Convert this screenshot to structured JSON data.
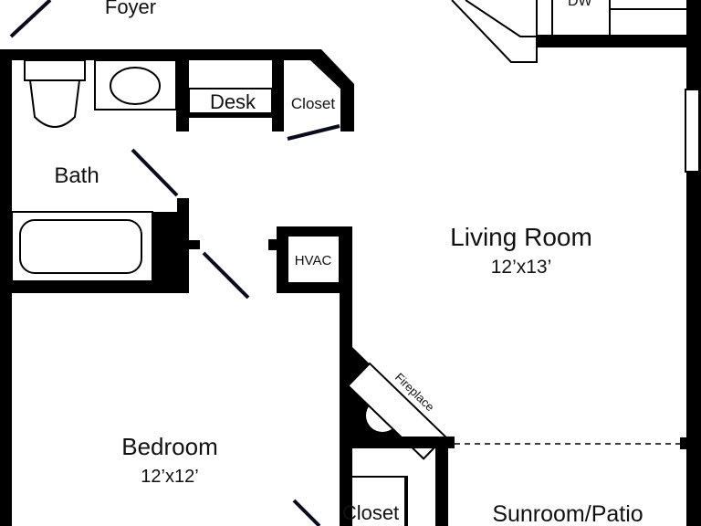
{
  "rooms": {
    "foyer": {
      "label": "Foyer"
    },
    "bath": {
      "label": "Bath"
    },
    "desk": {
      "label": "Desk"
    },
    "closet_top": {
      "label": "Closet"
    },
    "hvac": {
      "label": "HVAC"
    },
    "living_room": {
      "label": "Living Room",
      "dimensions": "12’x13’"
    },
    "fireplace": {
      "label": "Fireplace"
    },
    "bedroom": {
      "label": "Bedroom",
      "dimensions": "12’x12’"
    },
    "closet_bottom": {
      "label": "Closet"
    },
    "sunroom": {
      "label": "Sunroom/Patio"
    },
    "dishwasher": {
      "label": "DW"
    }
  },
  "colors": {
    "wall": "#000000",
    "background": "#ffffff",
    "door": "#0b0b1e"
  }
}
